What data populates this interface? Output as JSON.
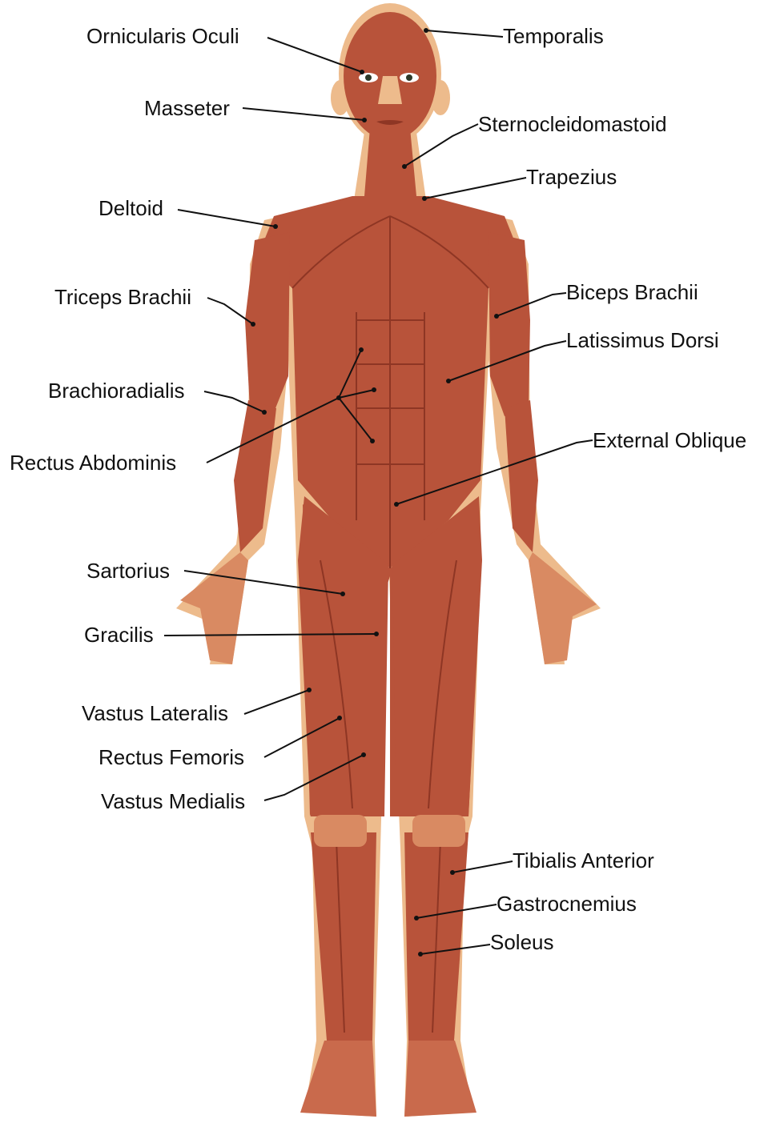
{
  "labels": {
    "orbicularis_oculi": "Ornicularis Oculi",
    "temporalis": "Temporalis",
    "masseter": "Masseter",
    "sternocleidomastoid": "Sternocleidomastoid",
    "trapezius": "Trapezius",
    "deltoid": "Deltoid",
    "triceps_brachii": "Triceps Brachii",
    "biceps_brachii": "Biceps Brachii",
    "latissimus_dorsi": "Latissimus Dorsi",
    "brachioradialis": "Brachioradialis",
    "rectus_abdominis": "Rectus Abdominis",
    "external_oblique": "External Oblique",
    "sartorius": "Sartorius",
    "gracilis": "Gracilis",
    "vastus_lateralis": "Vastus Lateralis",
    "rectus_femoris": "Rectus Femoris",
    "vastus_medialis": "Vastus Medialis",
    "tibialis_anterior": "Tibialis Anterior",
    "gastrocnemius": "Gastrocnemius",
    "soleus": "Soleus"
  },
  "colors": {
    "skin": "#EDBB8C",
    "muscle": "#B8533A",
    "muscle_dark": "#8E3624",
    "muscle_light": "#C96A4C",
    "tendon": "#D98A62",
    "leader_line": "#111111"
  }
}
